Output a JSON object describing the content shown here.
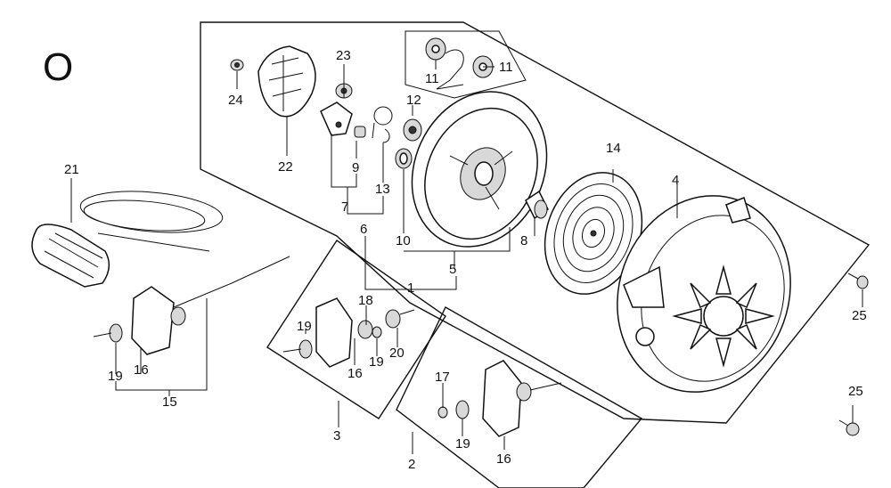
{
  "diagram": {
    "section_letter": "O",
    "part_numbers": {
      "p1": "1",
      "p2": "2",
      "p3": "3",
      "p4": "4",
      "p5": "5",
      "p6": "6",
      "p7": "7",
      "p8": "8",
      "p9": "9",
      "p10": "10",
      "p11a": "11",
      "p11b": "11",
      "p12": "12",
      "p13": "13",
      "p14": "14",
      "p15": "15",
      "p16a": "16",
      "p16b": "16",
      "p16c": "16",
      "p17": "17",
      "p18": "18",
      "p19a": "19",
      "p19b": "19",
      "p19c": "19",
      "p19d": "19",
      "p20": "20",
      "p21": "21",
      "p22": "22",
      "p23": "23",
      "p24": "24",
      "p25a": "25",
      "p25b": "25"
    }
  }
}
